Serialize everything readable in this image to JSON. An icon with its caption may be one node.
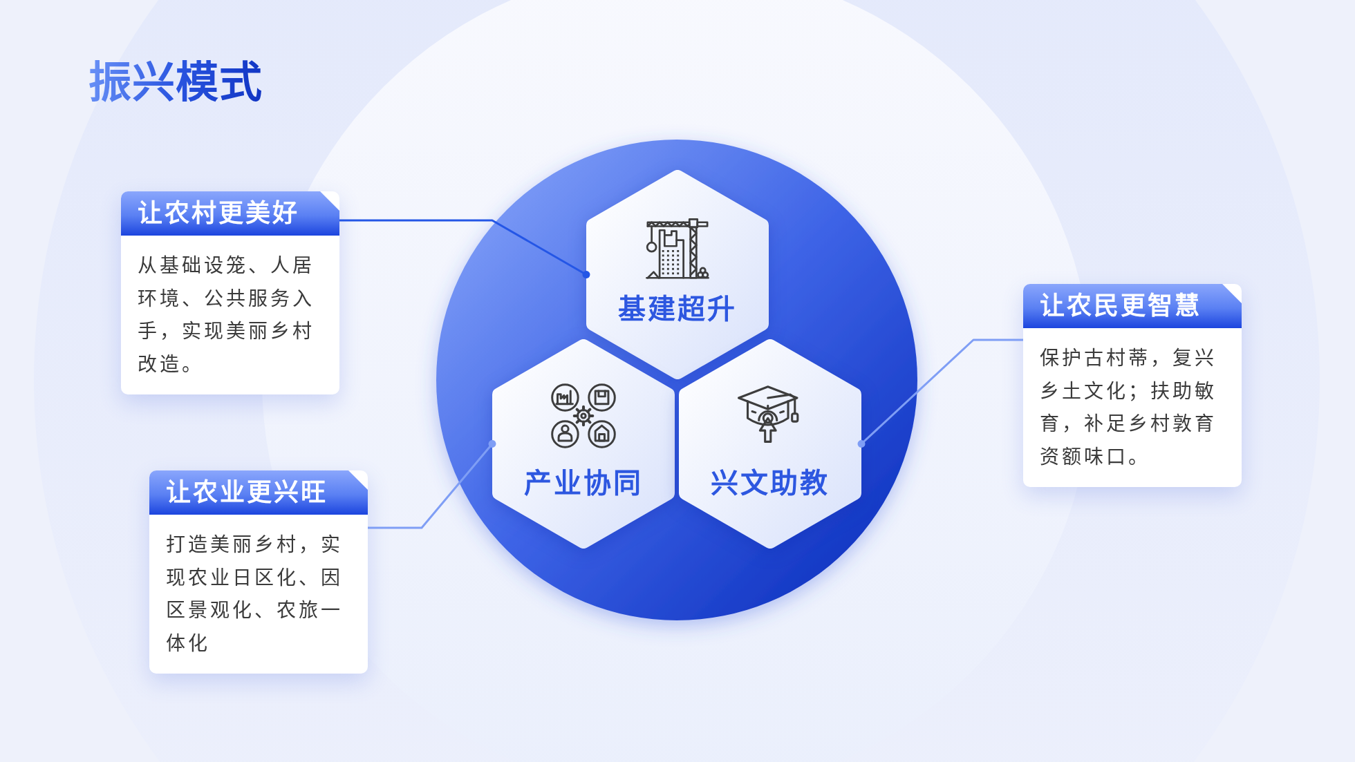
{
  "diagram": {
    "title": "振兴模式",
    "nodes": [
      {
        "text": [
          "让农村更美好",
          "从基础设笼、人居环境、公共服务入手，实现美丽乡村改造。"
        ]
      },
      {
        "text": [
          "基建超升"
        ]
      },
      {
        "text": [
          "让农民更智慧",
          "保护古村蒂，复兴乡土文化；扶助敏育，补足乡村敦育资额味口。"
        ]
      },
      {
        "text": [
          "产业协同"
        ]
      },
      {
        "text": [
          "兴文助教"
        ]
      },
      {
        "text": [
          "让农业更兴旺",
          "打造美丽乡村，实现农业日区化、因区景观化、农旅一体化"
        ]
      }
    ],
    "edges": [
      {
        "from": 0,
        "to": 1,
        "arrow": "other",
        "color": "#2456e6"
      },
      {
        "from": 5,
        "to": 3,
        "arrow": "other"
      },
      {
        "from": 2,
        "to": 4,
        "arrow": "other"
      }
    ]
  }
}
